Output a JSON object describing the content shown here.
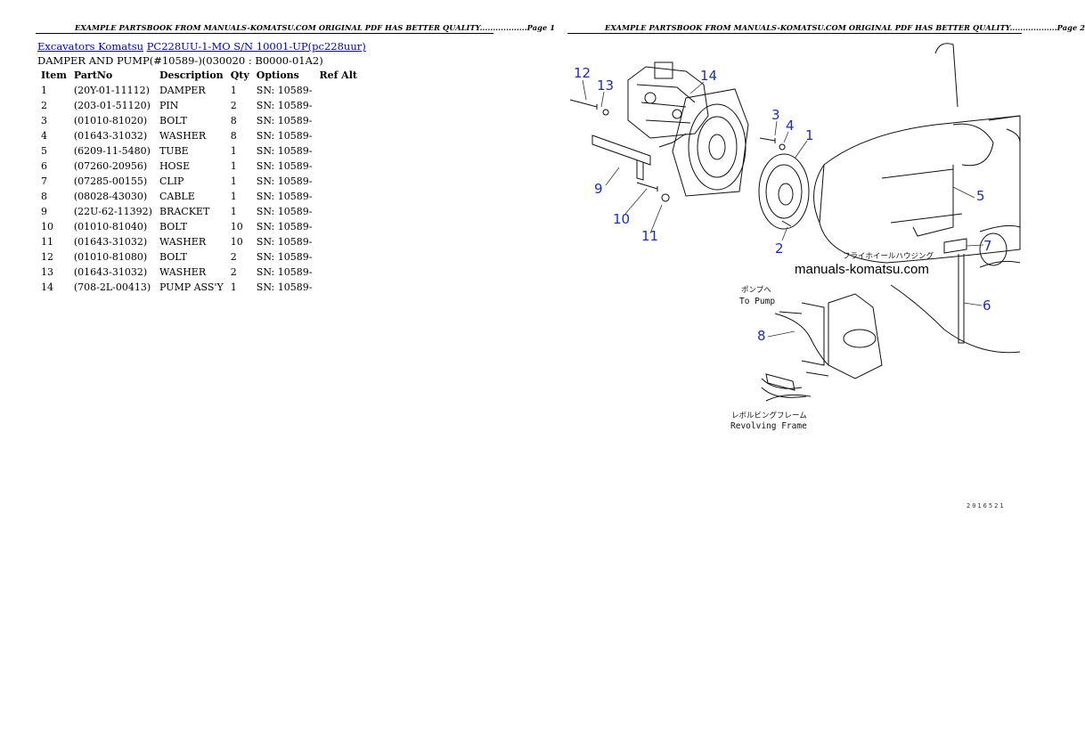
{
  "header": {
    "left": "EXAMPLE PARTSBOOK FROM MANUALS-KOMATSU.COM ORIGINAL PDF HAS BETTER QUALITY..................Page 1",
    "right": "EXAMPLE PARTSBOOK FROM MANUALS-KOMATSU.COM ORIGINAL PDF HAS BETTER QUALITY..................Page 2"
  },
  "breadcrumb": {
    "link1": "Excavators Komatsu",
    "link2": "PC228UU-1-MO S/N 10001-UP(pc228uur)"
  },
  "subtitle": "DAMPER AND PUMP(#10589-)(030020 : B0000-01A2)",
  "table": {
    "headers": [
      "Item",
      "PartNo",
      "Description",
      "Qty",
      "Options",
      "Ref Alt"
    ],
    "rows": [
      [
        "1",
        "(20Y-01-11112)",
        "DAMPER",
        "1",
        "SN: 10589-"
      ],
      [
        "2",
        "(203-01-51120)",
        "PIN",
        "2",
        "SN: 10589-"
      ],
      [
        "3",
        "(01010-81020)",
        "BOLT",
        "8",
        "SN: 10589-"
      ],
      [
        "4",
        "(01643-31032)",
        "WASHER",
        "8",
        "SN: 10589-"
      ],
      [
        "5",
        "(6209-11-5480)",
        "TUBE",
        "1",
        "SN: 10589-"
      ],
      [
        "6",
        "(07260-20956)",
        "HOSE",
        "1",
        "SN: 10589-"
      ],
      [
        "7",
        "(07285-00155)",
        "CLIP",
        "1",
        "SN: 10589-"
      ],
      [
        "8",
        "(08028-43030)",
        "CABLE",
        "1",
        "SN: 10589-"
      ],
      [
        "9",
        "(22U-62-11392)",
        "BRACKET",
        "1",
        "SN: 10589-"
      ],
      [
        "10",
        "(01010-81040)",
        "BOLT",
        "10",
        "SN: 10589-"
      ],
      [
        "11",
        "(01643-31032)",
        "WASHER",
        "10",
        "SN: 10589-"
      ],
      [
        "12",
        "(01010-81080)",
        "BOLT",
        "2",
        "SN: 10589-"
      ],
      [
        "13",
        "(01643-31032)",
        "WASHER",
        "2",
        "SN: 10589-"
      ],
      [
        "14",
        "(708-2L-00413)",
        "PUMP ASS'Y",
        "1",
        "SN: 10589-"
      ]
    ]
  },
  "diagram": {
    "callouts": [
      "12",
      "13",
      "14",
      "3",
      "4",
      "1",
      "9",
      "10",
      "11",
      "2",
      "5",
      "7",
      "6",
      "8"
    ],
    "labels": {
      "flywheel_jp": "フライホイールハウジング",
      "watermark": "manuals-komatsu.com",
      "pump_jp": "ポンプへ",
      "pump_en": "To Pump",
      "frame_jp": "レボルビングフレーム",
      "frame_en": "Revolving Frame",
      "code": "2016521"
    }
  }
}
